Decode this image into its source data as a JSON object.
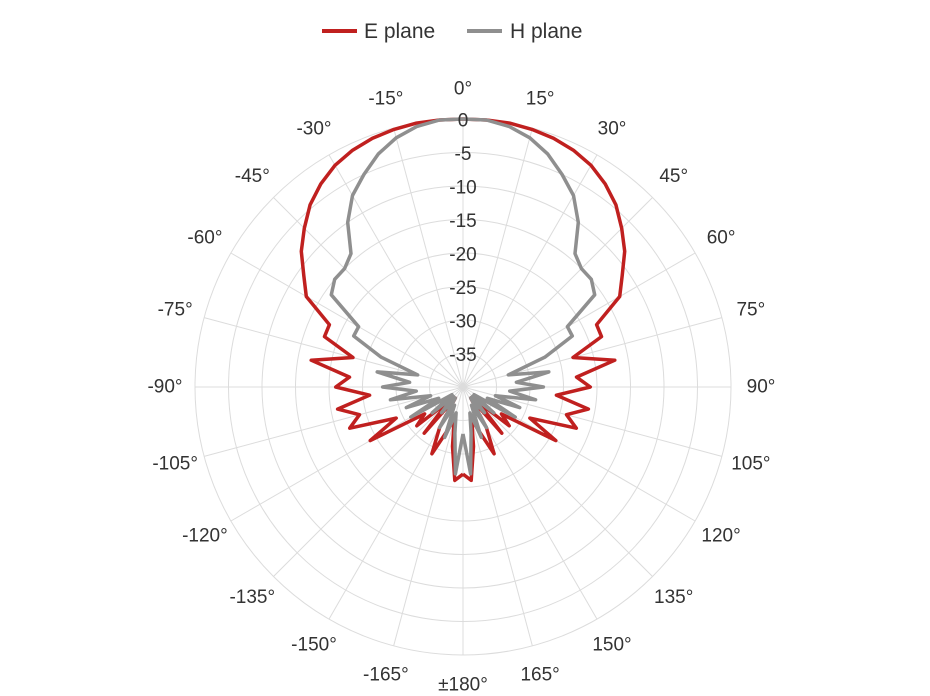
{
  "colors": {
    "e_plane": "#c0201f",
    "h_plane": "#8f8f8f",
    "grid": "#dcdcdc",
    "text": "#333333"
  },
  "chart_data": {
    "type": "polar-line",
    "title": "",
    "legend": {
      "placement": "top-center",
      "entries": [
        "E plane",
        "H plane"
      ]
    },
    "angle_unit": "degrees",
    "angle_direction": "clockwise",
    "zero_angle": "top",
    "angle_ticks": [
      0,
      15,
      30,
      45,
      60,
      75,
      90,
      105,
      120,
      135,
      150,
      165,
      180,
      -165,
      -150,
      -135,
      -120,
      -105,
      -90,
      -75,
      -60,
      -45,
      -30,
      -15
    ],
    "angle_tick_labels": [
      "0°",
      "15°",
      "30°",
      "45°",
      "60°",
      "75°",
      "90°",
      "105°",
      "120°",
      "135°",
      "150°",
      "165°",
      "±180°",
      "-165°",
      "-150°",
      "-135°",
      "-120°",
      "-105°",
      "-90°",
      "-75°",
      "-60°",
      "-45°",
      "-30°",
      "-15°"
    ],
    "radial_range": [
      -40,
      0
    ],
    "radial_ticks": [
      0,
      -5,
      -10,
      -15,
      -20,
      -25,
      -30,
      -35
    ],
    "radial_tick_labels": [
      "0",
      "-5",
      "-10",
      "-15",
      "-20",
      "-25",
      "-30",
      "-35"
    ],
    "grid": true,
    "series": [
      {
        "name": "E plane",
        "color": "#c0201f",
        "theta": [
          -180,
          -175,
          -170,
          -165,
          -160,
          -155,
          -150,
          -145,
          -140,
          -135,
          -130,
          -125,
          -120,
          -115,
          -110,
          -105,
          -100,
          -95,
          -90,
          -85,
          -80,
          -75,
          -70,
          -65,
          -60,
          -55,
          -50,
          -45,
          -40,
          -35,
          -30,
          -25,
          -20,
          -15,
          -10,
          -5,
          0,
          5,
          10,
          15,
          20,
          25,
          30,
          35,
          40,
          45,
          50,
          55,
          60,
          65,
          70,
          75,
          80,
          85,
          90,
          95,
          100,
          105,
          110,
          115,
          120,
          125,
          130,
          135,
          140,
          145,
          150,
          155,
          160,
          165,
          170,
          175,
          180
        ],
        "r": [
          -27,
          -26,
          -31,
          -35,
          -33,
          -29,
          -33,
          -38,
          -31,
          -37,
          -31,
          -33,
          -24,
          -29,
          -22,
          -24,
          -21,
          -26,
          -21,
          -23,
          -17,
          -23,
          -18,
          -18,
          -13,
          -11,
          -8.5,
          -6.5,
          -4.5,
          -3,
          -1.8,
          -1,
          -0.5,
          -0.2,
          0,
          0,
          0,
          0,
          0,
          -0.2,
          -0.5,
          -1,
          -1.8,
          -3,
          -4.5,
          -6.5,
          -8.5,
          -11,
          -13,
          -18,
          -18,
          -23,
          -17,
          -23,
          -21,
          -26,
          -21,
          -24,
          -22,
          -29,
          -24,
          -33,
          -31,
          -37,
          -31,
          -38,
          -33,
          -29,
          -33,
          -35,
          -31,
          -26,
          -27
        ]
      },
      {
        "name": "H plane",
        "color": "#8f8f8f",
        "theta": [
          -180,
          -175,
          -170,
          -165,
          -160,
          -155,
          -150,
          -145,
          -140,
          -135,
          -130,
          -125,
          -120,
          -115,
          -110,
          -105,
          -100,
          -95,
          -90,
          -85,
          -80,
          -75,
          -70,
          -65,
          -60,
          -55,
          -50,
          -45,
          -40,
          -35,
          -30,
          -25,
          -20,
          -15,
          -10,
          -5,
          0,
          5,
          10,
          15,
          20,
          25,
          30,
          35,
          40,
          45,
          50,
          55,
          60,
          65,
          70,
          75,
          80,
          85,
          90,
          95,
          100,
          105,
          110,
          115,
          120,
          125,
          130,
          135,
          140,
          145,
          150,
          155,
          160,
          165,
          170,
          175,
          180
        ],
        "r": [
          -33,
          -27,
          -33,
          -36,
          -32,
          -37,
          -33,
          -38,
          -35,
          -38,
          -34,
          -38,
          -31,
          -36,
          -31,
          -35,
          -29,
          -33,
          -28,
          -32,
          -27,
          -33,
          -27,
          -22,
          -22,
          -16,
          -15,
          -15,
          -14,
          -10,
          -7,
          -5,
          -3,
          -1.5,
          -0.5,
          0,
          0,
          0,
          -0.5,
          -1.5,
          -3,
          -5,
          -7,
          -10,
          -14,
          -15,
          -15,
          -16,
          -22,
          -22,
          -27,
          -33,
          -27,
          -32,
          -28,
          -33,
          -29,
          -35,
          -31,
          -36,
          -31,
          -38,
          -34,
          -38,
          -35,
          -38,
          -33,
          -37,
          -32,
          -36,
          -33,
          -27,
          -33
        ]
      }
    ]
  }
}
